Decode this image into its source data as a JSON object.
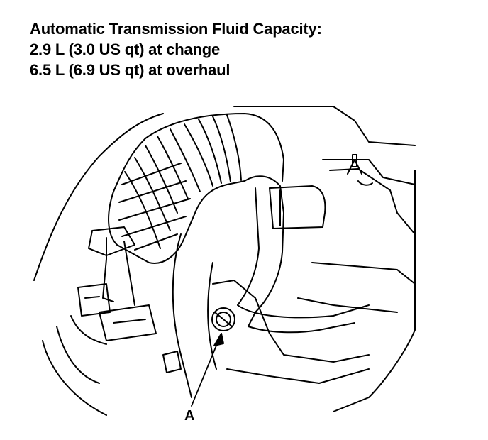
{
  "header": {
    "title": "Automatic Transmission Fluid Capacity:",
    "change": "2.9 L (3.0 US qt) at change",
    "overhaul": "6.5 L (6.9 US qt) at overhaul"
  },
  "callout": {
    "label": "A"
  },
  "icons": {
    "dipstick": "dipstick-icon"
  },
  "colors": {
    "ink": "#000000",
    "paper": "#ffffff"
  }
}
